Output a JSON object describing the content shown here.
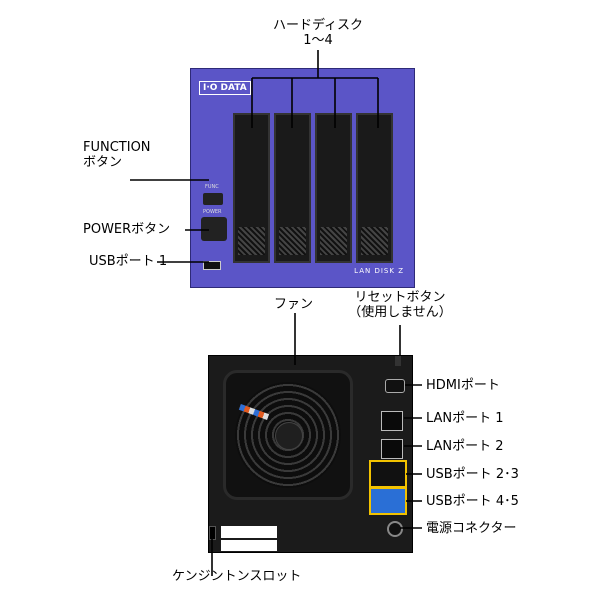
{
  "labels": {
    "hdd_line1": "ハードディスク",
    "hdd_line2": "1～4",
    "function_line1": "FUNCTION",
    "function_line2": "ボタン",
    "power": "POWERボタン",
    "usb1": "USBポート 1",
    "fan": "ファン",
    "reset_line1": "リセットボタン",
    "reset_line2": "（使用しません）",
    "hdmi": "HDMIポート",
    "lan1": "LANポート 1",
    "lan2": "LANポート 2",
    "usb23": "USBポート 2･3",
    "usb45": "USBポート 4･5",
    "dc": "電源コネクター",
    "kensington": "ケンジントンスロット"
  },
  "device": {
    "logo": "I·O DATA",
    "model": "LAN DISK Z",
    "func_tag": "FUNC",
    "power_tag": "POWER"
  },
  "colors": {
    "chassis_front": "#5b55c7",
    "chassis_back": "#1b1b1b",
    "usb3_blue": "#2a6fd6",
    "highlight_yellow": "#f2c200"
  }
}
